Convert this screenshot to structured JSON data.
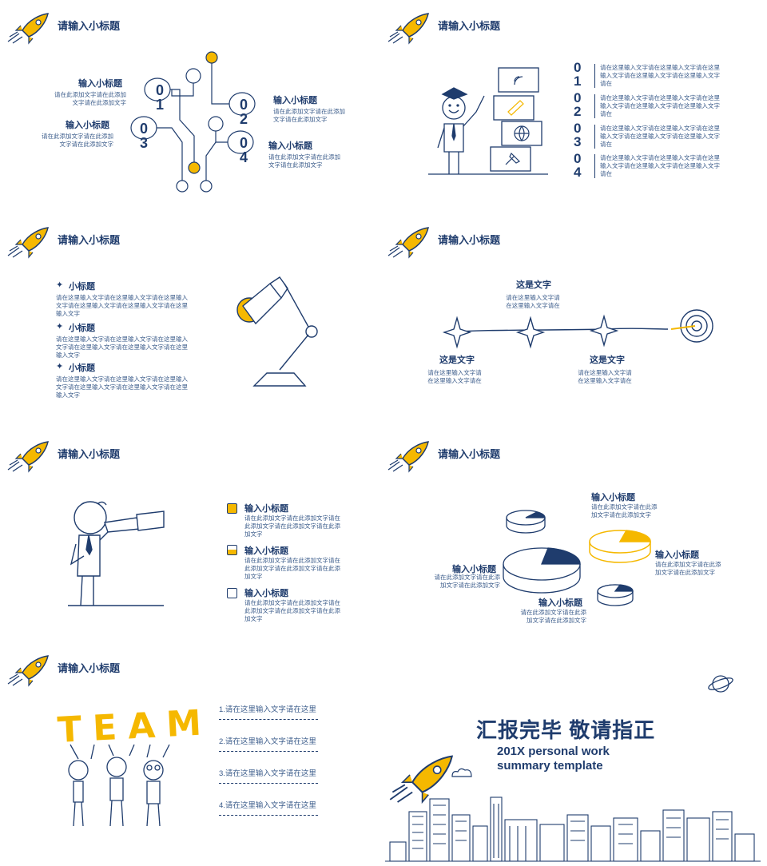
{
  "slide_title": "请输入小标题",
  "s1": {
    "items": [
      {
        "title": "输入小标题",
        "text": "请在此添加文字请在此添加文字请在此添加文字",
        "num": "01"
      },
      {
        "title": "输入小标题",
        "text": "请在此添加文字请在此添加文字请在此添加文字",
        "num": "02"
      },
      {
        "title": "输入小标题",
        "text": "请在此添加文字请在此添加文字请在此添加文字",
        "num": "03"
      },
      {
        "title": "输入小标题",
        "text": "请在此添加文字请在此添加文字请在此添加文字",
        "num": "04"
      }
    ]
  },
  "s2": {
    "items": [
      {
        "num": "01",
        "text": "请在这里输入文字请在这里输入文字请在这里输入文字请在这里输入文字请在这里输入文字请在"
      },
      {
        "num": "02",
        "text": "请在这里输入文字请在这里输入文字请在这里输入文字请在这里输入文字请在这里输入文字请在"
      },
      {
        "num": "03",
        "text": "请在这里输入文字请在这里输入文字请在这里输入文字请在这里输入文字请在这里输入文字请在"
      },
      {
        "num": "04",
        "text": "请在这里输入文字请在这里输入文字请在这里输入文字请在这里输入文字请在这里输入文字请在"
      }
    ]
  },
  "s3": {
    "items": [
      {
        "title": "小标题",
        "text": "请在这里输入文字请在这里输入文字请在这里输入文字请在这里输入文字请在这里输入文字请在这里输入文字"
      },
      {
        "title": "小标题",
        "text": "请在这里输入文字请在这里输入文字请在这里输入文字请在这里输入文字请在这里输入文字请在这里输入文字"
      },
      {
        "title": "小标题",
        "text": "请在这里输入文字请在这里输入文字请在这里输入文字请在这里输入文字请在这里输入文字请在这里输入文字"
      }
    ]
  },
  "s4": {
    "items": [
      {
        "title": "这是文字",
        "text": "请在这里输入文字请在这里输入文字请在"
      },
      {
        "title": "这是文字",
        "text": "请在这里输入文字请在这里输入文字请在"
      },
      {
        "title": "这是文字",
        "text": "请在这里输入文字请在这里输入文字请在"
      }
    ]
  },
  "s5": {
    "items": [
      {
        "title": "输入小标题",
        "text": "请在此添加文字请在此添加文字请在此添加文字请在此添加文字请在此添加文字"
      },
      {
        "title": "输入小标题",
        "text": "请在此添加文字请在此添加文字请在此添加文字请在此添加文字请在此添加文字"
      },
      {
        "title": "输入小标题",
        "text": "请在此添加文字请在此添加文字请在此添加文字请在此添加文字请在此添加文字"
      }
    ]
  },
  "s6": {
    "items": [
      {
        "title": "输入小标题",
        "text": "请在此添加文字请在此添加文字请在此添加文字"
      },
      {
        "title": "输入小标题",
        "text": "请在此添加文字请在此添加文字请在此添加文字"
      },
      {
        "title": "输入小标题",
        "text": "请在此添加文字请在此添加文字请在此添加文字"
      },
      {
        "title": "输入小标题",
        "text": "请在此添加文字请在此添加文字请在此添加文字"
      }
    ]
  },
  "s7": {
    "team": "TEAM",
    "items": [
      "1.请在这里输入文字请在这里",
      "2.请在这里输入文字请在这里",
      "3.请在这里输入文字请在这里",
      "4.请在这里输入文字请在这里"
    ]
  },
  "s8": {
    "title": "汇报完毕 敬请指正",
    "subtitle1": "201X personal work",
    "subtitle2": "summary template"
  },
  "colors": {
    "navy": "#1f3c6d",
    "yellow": "#f5b800"
  }
}
